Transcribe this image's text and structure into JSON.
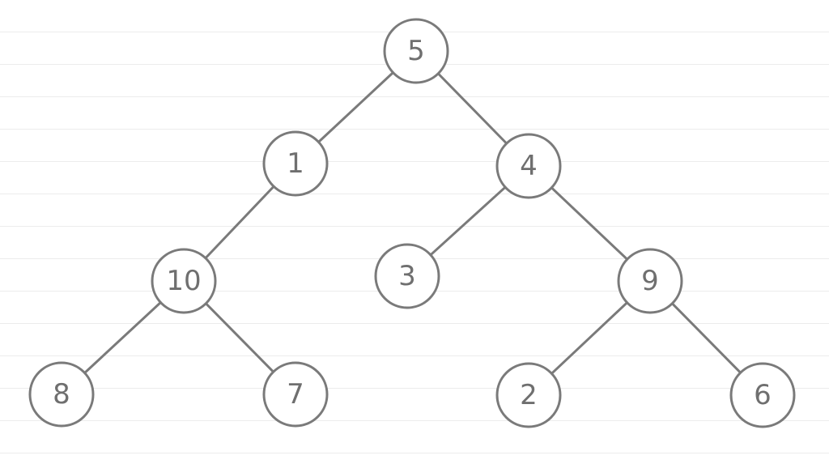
{
  "tree": {
    "nodes": [
      {
        "id": "n5",
        "label": "5"
      },
      {
        "id": "n1",
        "label": "1"
      },
      {
        "id": "n4",
        "label": "4"
      },
      {
        "id": "n10",
        "label": "10"
      },
      {
        "id": "n3",
        "label": "3"
      },
      {
        "id": "n9",
        "label": "9"
      },
      {
        "id": "n8",
        "label": "8"
      },
      {
        "id": "n7",
        "label": "7"
      },
      {
        "id": "n2",
        "label": "2"
      },
      {
        "id": "n6",
        "label": "6"
      }
    ],
    "edges": [
      [
        "n5",
        "n1"
      ],
      [
        "n5",
        "n4"
      ],
      [
        "n1",
        "n10"
      ],
      [
        "n4",
        "n3"
      ],
      [
        "n4",
        "n9"
      ],
      [
        "n10",
        "n8"
      ],
      [
        "n10",
        "n7"
      ],
      [
        "n9",
        "n2"
      ],
      [
        "n9",
        "n6"
      ]
    ]
  }
}
